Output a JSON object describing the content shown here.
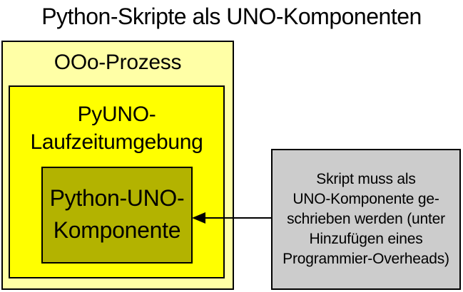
{
  "title": "Python-Skripte als UNO-Komponenten",
  "diagram": {
    "outer_box": {
      "label": "OOo-Prozess",
      "fill": "#FFFFA6"
    },
    "middle_box": {
      "label_line1": "PyUNO-",
      "label_line2": "Laufzeitumgebung",
      "fill": "#FFFF00"
    },
    "inner_box": {
      "label_line1": "Python-UNO-",
      "label_line2": "Komponente",
      "fill": "#B3B300"
    },
    "note_box": {
      "lines": [
        "Skript muss als",
        "UNO-Komponente ge-",
        "schrieben werden (unter",
        "Hinzufügen eines",
        "Programmier-Overheads)"
      ],
      "fill": "#CCCCCC"
    },
    "arrow": {
      "direction": "left",
      "from": "note_box",
      "to": "inner_box",
      "color": "#000000"
    }
  }
}
